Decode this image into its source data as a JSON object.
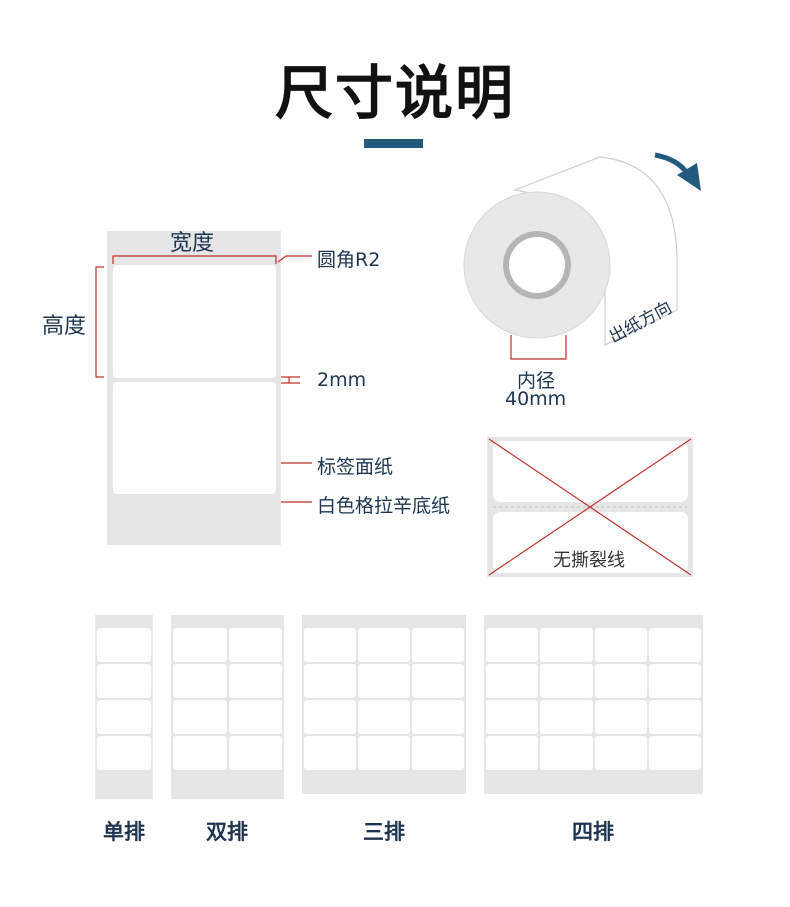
{
  "title": "尺寸说明",
  "colors": {
    "accent": "#215a7d",
    "annotation": "#c0312b",
    "liner": "#e6e6e6",
    "text": "#1d3550"
  },
  "label_diagram": {
    "width_label": "宽度",
    "height_label": "高度",
    "corner_label": "圆角R2",
    "gap_label": "2mm",
    "face_label": "标签面纸",
    "liner_label": "白色格拉辛底纸"
  },
  "roll_diagram": {
    "inner_label": "内径",
    "inner_value": "40mm",
    "direction_label": "出纸方向",
    "arrow_icon": "curved-arrow-icon"
  },
  "no_tear": {
    "label": "无撕裂线",
    "icon": "cross-out-icon"
  },
  "layouts": [
    {
      "label": "单排",
      "columns": 1
    },
    {
      "label": "双排",
      "columns": 2
    },
    {
      "label": "三排",
      "columns": 3
    },
    {
      "label": "四排",
      "columns": 4
    }
  ]
}
